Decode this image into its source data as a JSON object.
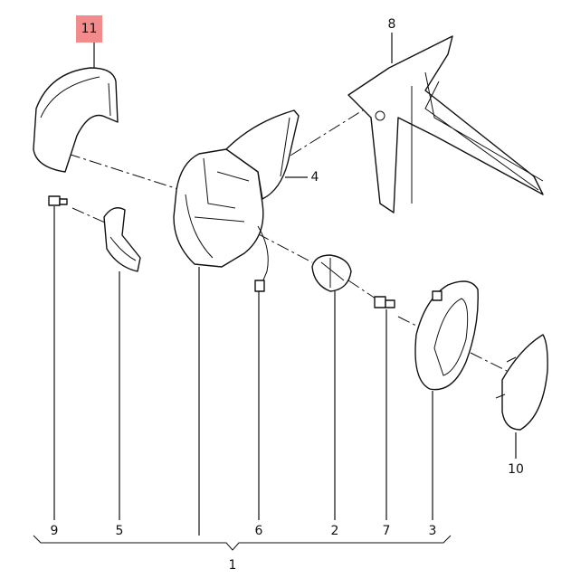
{
  "diagram": {
    "highlight_color": "#f28b8b",
    "callouts": [
      {
        "id": "11",
        "label": "11",
        "highlighted": true
      },
      {
        "id": "8",
        "label": "8"
      },
      {
        "id": "4",
        "label": "4"
      },
      {
        "id": "9",
        "label": "9"
      },
      {
        "id": "5",
        "label": "5"
      },
      {
        "id": "6",
        "label": "6"
      },
      {
        "id": "2",
        "label": "2"
      },
      {
        "id": "7",
        "label": "7"
      },
      {
        "id": "3",
        "label": "3"
      },
      {
        "id": "10",
        "label": "10"
      },
      {
        "id": "1",
        "label": "1"
      }
    ]
  }
}
